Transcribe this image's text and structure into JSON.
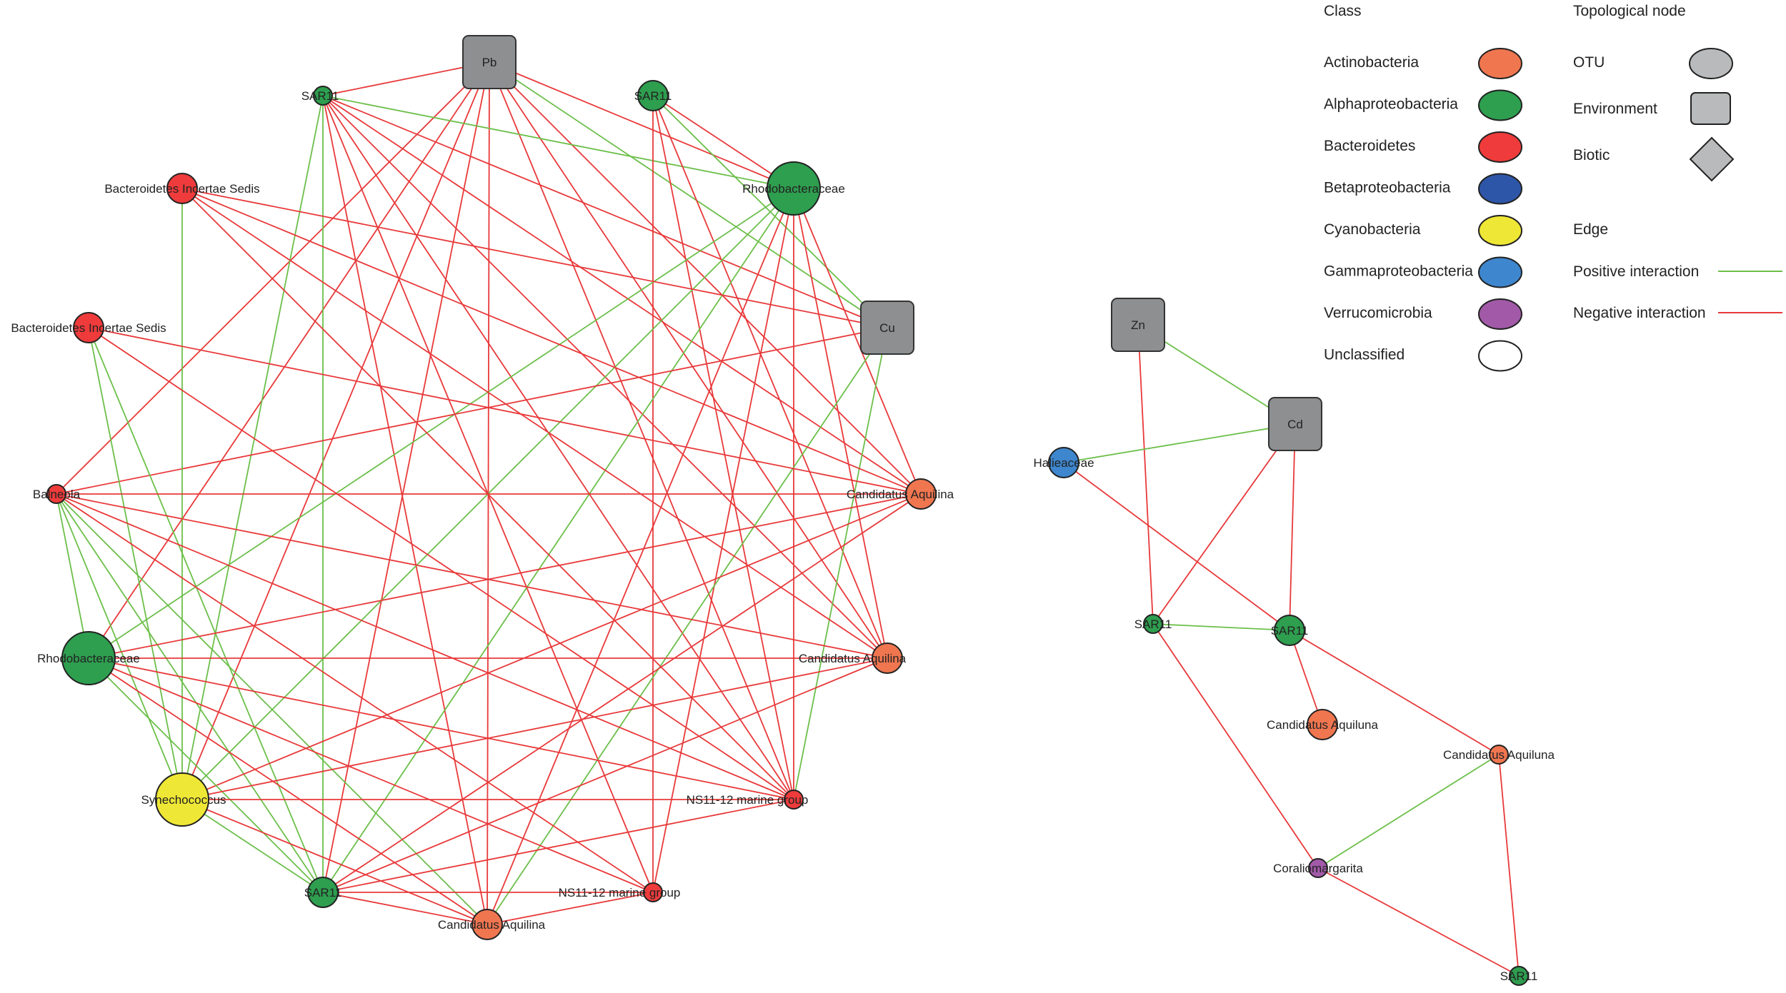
{
  "colors": {
    "positive": "#6cbf4a",
    "negative": "#e8393a",
    "environment": "#8d8f91",
    "Actinobacteria": "#f07650",
    "Alphaproteobacteria": "#2e9e4f",
    "Bacteroidetes": "#ef3b3b",
    "Betaproteobacteria": "#2e56a8",
    "Cyanobacteria": "#efe735",
    "Gammaproteobacteria": "#3e86cd",
    "Verrucomicrobia": "#a25aa8",
    "Unclassified": "#ffffff"
  },
  "legend": {
    "class_title": "Class",
    "classes": [
      {
        "label": "Actinobacteria",
        "key": "Actinobacteria"
      },
      {
        "label": "Alphaproteobacteria",
        "key": "Alphaproteobacteria"
      },
      {
        "label": "Bacteroidetes",
        "key": "Bacteroidetes"
      },
      {
        "label": "Betaproteobacteria",
        "key": "Betaproteobacteria"
      },
      {
        "label": "Cyanobacteria",
        "key": "Cyanobacteria"
      },
      {
        "label": "Gammaproteobacteria",
        "key": "Gammaproteobacteria"
      },
      {
        "label": "Verrucomicrobia",
        "key": "Verrucomicrobia"
      },
      {
        "label": "Unclassified",
        "key": "Unclassified"
      }
    ],
    "topo_title": "Topological node",
    "topo": [
      {
        "label": "OTU",
        "shape": "ellipse"
      },
      {
        "label": "Environment",
        "shape": "square"
      },
      {
        "label": "Biotic",
        "shape": "diamond"
      }
    ],
    "edge_title": "Edge",
    "edges": [
      {
        "label": "Positive interaction",
        "type": "positive"
      },
      {
        "label": "Negative interaction",
        "type": "negative"
      }
    ]
  },
  "networks": [
    {
      "name": "network-1",
      "nodes": [
        {
          "id": "pb",
          "label": "Pb",
          "type": "env"
        },
        {
          "id": "sar11a",
          "label": "SAR11",
          "class": "Alphaproteobacteria",
          "size": "s"
        },
        {
          "id": "sar11b",
          "label": "SAR11",
          "class": "Alphaproteobacteria",
          "size": "m"
        },
        {
          "id": "rhodo1",
          "label": "Rhodobacteraceae",
          "class": "Alphaproteobacteria",
          "size": "xl"
        },
        {
          "id": "cu",
          "label": "Cu",
          "type": "env"
        },
        {
          "id": "bis1",
          "label": "Bacteroidetes Incertae Sedis",
          "class": "Bacteroidetes",
          "size": "m"
        },
        {
          "id": "bis2",
          "label": "Bacteroidetes Incertae Sedis",
          "class": "Bacteroidetes",
          "size": "m"
        },
        {
          "id": "balneola",
          "label": "Balneola",
          "class": "Bacteroidetes",
          "size": "s"
        },
        {
          "id": "caq1",
          "label": "Candidatus Aquilina",
          "class": "Actinobacteria",
          "size": "m"
        },
        {
          "id": "rhodo2",
          "label": "Rhodobacteraceae",
          "class": "Alphaproteobacteria",
          "size": "xl"
        },
        {
          "id": "caq2",
          "label": "Candidatus Aquilina",
          "class": "Actinobacteria",
          "size": "m"
        },
        {
          "id": "syn",
          "label": "Synechococcus",
          "class": "Cyanobacteria",
          "size": "xl"
        },
        {
          "id": "ns1",
          "label": "NS11-12 marine group",
          "class": "Bacteroidetes",
          "size": "s"
        },
        {
          "id": "sar11c",
          "label": "SAR11",
          "class": "Alphaproteobacteria",
          "size": "m"
        },
        {
          "id": "ns2",
          "label": "NS11-12 marine group",
          "class": "Bacteroidetes",
          "size": "s"
        },
        {
          "id": "caq3",
          "label": "Candidatus Aquilina",
          "class": "Actinobacteria",
          "size": "m"
        }
      ],
      "edges": [
        [
          "pb",
          "sar11a",
          "n"
        ],
        [
          "pb",
          "rhodo1",
          "n"
        ],
        [
          "pb",
          "caq1",
          "n"
        ],
        [
          "pb",
          "caq2",
          "n"
        ],
        [
          "pb",
          "ns1",
          "n"
        ],
        [
          "pb",
          "sar11c",
          "n"
        ],
        [
          "pb",
          "caq3",
          "n"
        ],
        [
          "pb",
          "syn",
          "n"
        ],
        [
          "pb",
          "rhodo2",
          "n"
        ],
        [
          "pb",
          "balneola",
          "n"
        ],
        [
          "pb",
          "cu",
          "p"
        ],
        [
          "sar11a",
          "rhodo1",
          "p"
        ],
        [
          "sar11a",
          "sar11c",
          "p"
        ],
        [
          "sar11a",
          "syn",
          "p"
        ],
        [
          "sar11a",
          "caq1",
          "n"
        ],
        [
          "sar11a",
          "caq2",
          "n"
        ],
        [
          "sar11a",
          "ns1",
          "n"
        ],
        [
          "sar11a",
          "ns2",
          "n"
        ],
        [
          "sar11a",
          "caq3",
          "n"
        ],
        [
          "sar11a",
          "cu",
          "n"
        ],
        [
          "sar11b",
          "rhodo1",
          "n"
        ],
        [
          "sar11b",
          "ns1",
          "n"
        ],
        [
          "sar11b",
          "ns2",
          "n"
        ],
        [
          "sar11b",
          "caq2",
          "n"
        ],
        [
          "sar11b",
          "cu",
          "p"
        ],
        [
          "rhodo1",
          "syn",
          "p"
        ],
        [
          "rhodo1",
          "sar11c",
          "p"
        ],
        [
          "rhodo1",
          "rhodo2",
          "p"
        ],
        [
          "rhodo1",
          "ns1",
          "n"
        ],
        [
          "rhodo1",
          "caq2",
          "n"
        ],
        [
          "rhodo1",
          "caq3",
          "n"
        ],
        [
          "rhodo1",
          "ns2",
          "n"
        ],
        [
          "rhodo1",
          "caq1",
          "n"
        ],
        [
          "cu",
          "ns1",
          "p"
        ],
        [
          "cu",
          "caq3",
          "p"
        ],
        [
          "cu",
          "balneola",
          "n"
        ],
        [
          "bis1",
          "syn",
          "p"
        ],
        [
          "bis1",
          "caq1",
          "n"
        ],
        [
          "bis1",
          "caq2",
          "n"
        ],
        [
          "bis1",
          "ns1",
          "n"
        ],
        [
          "bis1",
          "cu",
          "n"
        ],
        [
          "bis2",
          "syn",
          "p"
        ],
        [
          "bis2",
          "sar11c",
          "p"
        ],
        [
          "bis2",
          "caq1",
          "n"
        ],
        [
          "bis2",
          "ns1",
          "n"
        ],
        [
          "balneola",
          "rhodo2",
          "p"
        ],
        [
          "balneola",
          "syn",
          "p"
        ],
        [
          "balneola",
          "sar11c",
          "p"
        ],
        [
          "balneola",
          "caq3",
          "p"
        ],
        [
          "balneola",
          "caq1",
          "n"
        ],
        [
          "balneola",
          "caq2",
          "n"
        ],
        [
          "balneola",
          "ns1",
          "n"
        ],
        [
          "balneola",
          "ns2",
          "n"
        ],
        [
          "caq1",
          "syn",
          "n"
        ],
        [
          "caq1",
          "sar11c",
          "n"
        ],
        [
          "caq1",
          "rhodo2",
          "n"
        ],
        [
          "rhodo2",
          "caq2",
          "n"
        ],
        [
          "rhodo2",
          "ns1",
          "n"
        ],
        [
          "rhodo2",
          "ns2",
          "n"
        ],
        [
          "rhodo2",
          "sar11c",
          "p"
        ],
        [
          "rhodo2",
          "caq3",
          "n"
        ],
        [
          "caq2",
          "sar11c",
          "n"
        ],
        [
          "caq2",
          "syn",
          "n"
        ],
        [
          "syn",
          "ns1",
          "n"
        ],
        [
          "syn",
          "sar11c",
          "p"
        ],
        [
          "syn",
          "caq3",
          "n"
        ],
        [
          "ns1",
          "sar11c",
          "n"
        ],
        [
          "sar11c",
          "ns2",
          "n"
        ],
        [
          "sar11c",
          "caq3",
          "n"
        ],
        [
          "ns2",
          "caq3",
          "n"
        ]
      ]
    },
    {
      "name": "network-2",
      "nodes": [
        {
          "id": "zn",
          "label": "Zn",
          "type": "env"
        },
        {
          "id": "cd",
          "label": "Cd",
          "type": "env"
        },
        {
          "id": "hal",
          "label": "Halieaceae",
          "class": "Gammaproteobacteria",
          "size": "m"
        },
        {
          "id": "s1",
          "label": "SAR11",
          "class": "Alphaproteobacteria",
          "size": "s"
        },
        {
          "id": "s2",
          "label": "SAR11",
          "class": "Alphaproteobacteria",
          "size": "m"
        },
        {
          "id": "ca1",
          "label": "Candidatus Aquiluna",
          "class": "Actinobacteria",
          "size": "m"
        },
        {
          "id": "ca2",
          "label": "Candidatus Aquiluna",
          "class": "Actinobacteria",
          "size": "s"
        },
        {
          "id": "cor",
          "label": "Coraliomargarita",
          "class": "Verrucomicrobia",
          "size": "s"
        },
        {
          "id": "s3",
          "label": "SAR11",
          "class": "Alphaproteobacteria",
          "size": "s"
        }
      ],
      "edges": [
        [
          "zn",
          "cd",
          "p"
        ],
        [
          "zn",
          "s1",
          "n"
        ],
        [
          "cd",
          "hal",
          "p"
        ],
        [
          "cd",
          "s1",
          "n"
        ],
        [
          "cd",
          "s2",
          "n"
        ],
        [
          "hal",
          "s2",
          "n"
        ],
        [
          "s1",
          "s2",
          "p"
        ],
        [
          "s1",
          "cor",
          "n"
        ],
        [
          "s2",
          "ca1",
          "n"
        ],
        [
          "s2",
          "ca2",
          "n"
        ],
        [
          "ca2",
          "cor",
          "p"
        ],
        [
          "ca2",
          "s3",
          "n"
        ],
        [
          "cor",
          "s3",
          "n"
        ]
      ]
    }
  ]
}
